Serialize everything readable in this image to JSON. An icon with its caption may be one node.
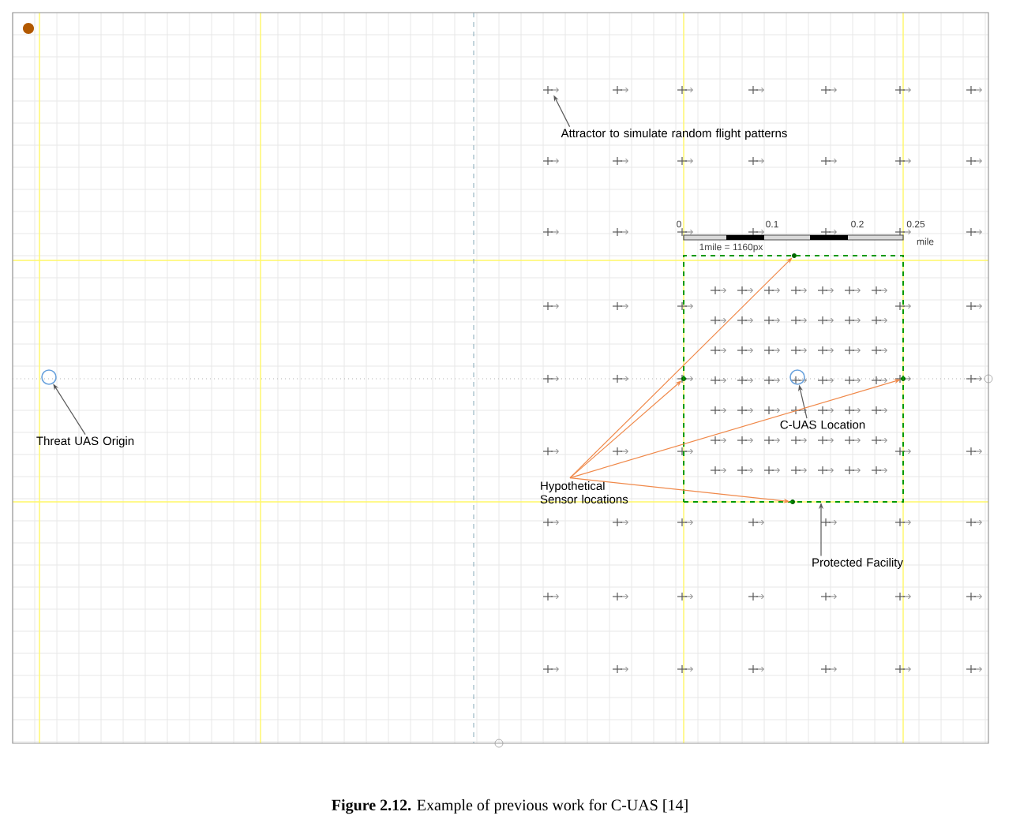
{
  "diagram": {
    "caption": "**Figure 2.12.** Example of previous work for C-UAS [14]",
    "nodes": [
      {
        "text": [
          "Attractor to simulate random flight patterns"
        ]
      },
      {
        "text": [],
        "shape": "cross"
      },
      {
        "text": [
          "Threat UAS Origin"
        ]
      },
      {
        "text": [],
        "shape": "circle"
      },
      {
        "text": [
          "C-UAS Location"
        ],
        "in": 12
      },
      {
        "text": [],
        "shape": "circle",
        "in": 12
      },
      {
        "text": [
          "Hypothetical Sensor locations"
        ]
      },
      {
        "text": [],
        "shape": "dot"
      },
      {
        "text": [],
        "shape": "dot"
      },
      {
        "text": [],
        "shape": "dot"
      },
      {
        "text": [],
        "shape": "dot"
      },
      {
        "text": [
          "Protected Facility"
        ]
      },
      {
        "text": [],
        "shape": "box"
      }
    ],
    "edges": [
      {
        "from": 0,
        "to": 1,
        "arrow": "to"
      },
      {
        "from": 2,
        "to": 3,
        "arrow": "to"
      },
      {
        "from": 4,
        "to": 5,
        "arrow": "to"
      },
      {
        "from": 6,
        "to": 7,
        "arrow": "to",
        "color": "#f0894a"
      },
      {
        "from": 6,
        "to": 8,
        "arrow": "to",
        "color": "#f0894a"
      },
      {
        "from": 6,
        "to": 9,
        "arrow": "to",
        "color": "#f0894a"
      },
      {
        "from": 6,
        "to": 10,
        "arrow": "to",
        "color": "#f0894a"
      },
      {
        "from": 11,
        "to": 12,
        "arrow": "to"
      }
    ],
    "labels": [
      "0",
      "0.1",
      "0.2",
      "0.25",
      "mile",
      "1mile = 1160px"
    ]
  }
}
